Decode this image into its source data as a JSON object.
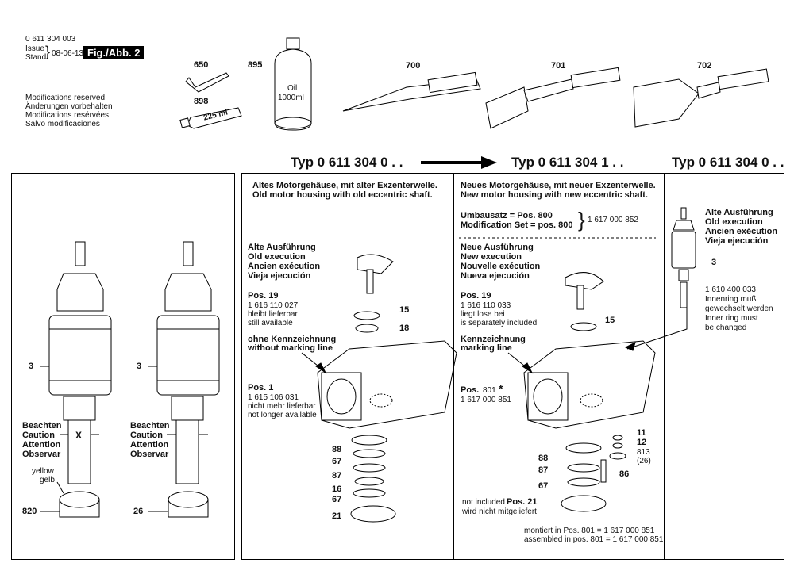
{
  "header": {
    "part_number": "0 611 304 003",
    "issue_label": "Issue",
    "stand_label": "Stand",
    "date": "08-06-13",
    "fig_label": "Fig./Abb. 2",
    "modifications": [
      "Modifications reserved",
      "Änderungen vorbehalten",
      "Modifications resérvées",
      "Salvo modificaciones"
    ]
  },
  "top_parts": {
    "p650": "650",
    "p895": "895",
    "p898": "898",
    "p700": "700",
    "p701": "701",
    "p702": "702",
    "oil_text": "Oil",
    "oil_volume": "1000ml",
    "tube_text": "225 ml"
  },
  "types": {
    "t1": "Typ 0 611 304 0 . .",
    "t2": "Typ 0 611 304 1 . .",
    "t3": "Typ 0 611 304 0 . ."
  },
  "left_panel": {
    "label3a": "3",
    "label3b": "3",
    "caution_a": [
      "Beachten",
      "Caution",
      "Attention",
      "Observar"
    ],
    "caution_b": [
      "Beachten",
      "Caution",
      "Attention",
      "Observar"
    ],
    "x_mark": "X",
    "yellow": [
      "yellow",
      "gelb"
    ],
    "p820": "820",
    "p26": "26"
  },
  "mid_panel": {
    "heading": [
      "Altes Motorgehäuse, mit alter Exzenterwelle.",
      "Old motor housing with old eccentric shaft."
    ],
    "old_exec": [
      "Alte Ausführung",
      "Old execution",
      "Ancien exécution",
      "Vieja ejecución"
    ],
    "pos19_label": "Pos. 19",
    "pos19_lines": [
      "1 616 110 027",
      "bleibt lieferbar",
      "still available"
    ],
    "no_mark": [
      "ohne Kennzeichnung",
      "without marking line"
    ],
    "pos1_label": "Pos. 1",
    "pos1_lines": [
      "1 615 106 031",
      "nicht mehr lieferbar",
      "not longer available"
    ],
    "l15": "15",
    "l18": "18",
    "l88": "88",
    "l67a": "67",
    "l87": "87",
    "l16": "16",
    "l67b": "67",
    "l21": "21"
  },
  "right_panel": {
    "heading": [
      "Neues Motorgehäuse, mit neuer Exzenterwelle.",
      "New motor housing with new eccentric shaft."
    ],
    "umbau": "Umbausatz = Pos. 800",
    "modset": "Modification Set = pos. 800",
    "set_number": "1 617 000 852",
    "new_exec": [
      "Neue Ausführung",
      "New execution",
      "Nouvelle exécution",
      "Nueva ejecución"
    ],
    "pos19_label": "Pos. 19",
    "pos19_lines": [
      "1 616 110 033",
      "liegt lose bei",
      "is separately included"
    ],
    "mark": [
      "Kennzeichnung",
      "marking line"
    ],
    "pos801_label": "Pos.",
    "pos801_num": "801",
    "pos801_star": "*",
    "pos801_number": "1 617 000 851",
    "l15": "15",
    "l11": "11",
    "l12": "12",
    "l813": "813",
    "l26": "(26)",
    "l86": "86",
    "l88": "88",
    "l87": "87",
    "l67": "67",
    "not_incl": "not included",
    "pos21": "Pos. 21",
    "not_incl_de": "wird nicht mitgeliefert",
    "footnote1": "montiert in Pos. 801    = 1 617 000 851",
    "footnote2": "assembled in pos. 801 = 1 617 000 851"
  },
  "far_panel": {
    "old_exec": [
      "Alte Ausführung",
      "Old execution",
      "Ancien exécution",
      "Vieja ejecución"
    ],
    "l3": "3",
    "part_number": "1 610 400 033",
    "notes": [
      "Innenring muß",
      "gewechselt werden",
      "Inner ring must",
      "be changed"
    ]
  }
}
